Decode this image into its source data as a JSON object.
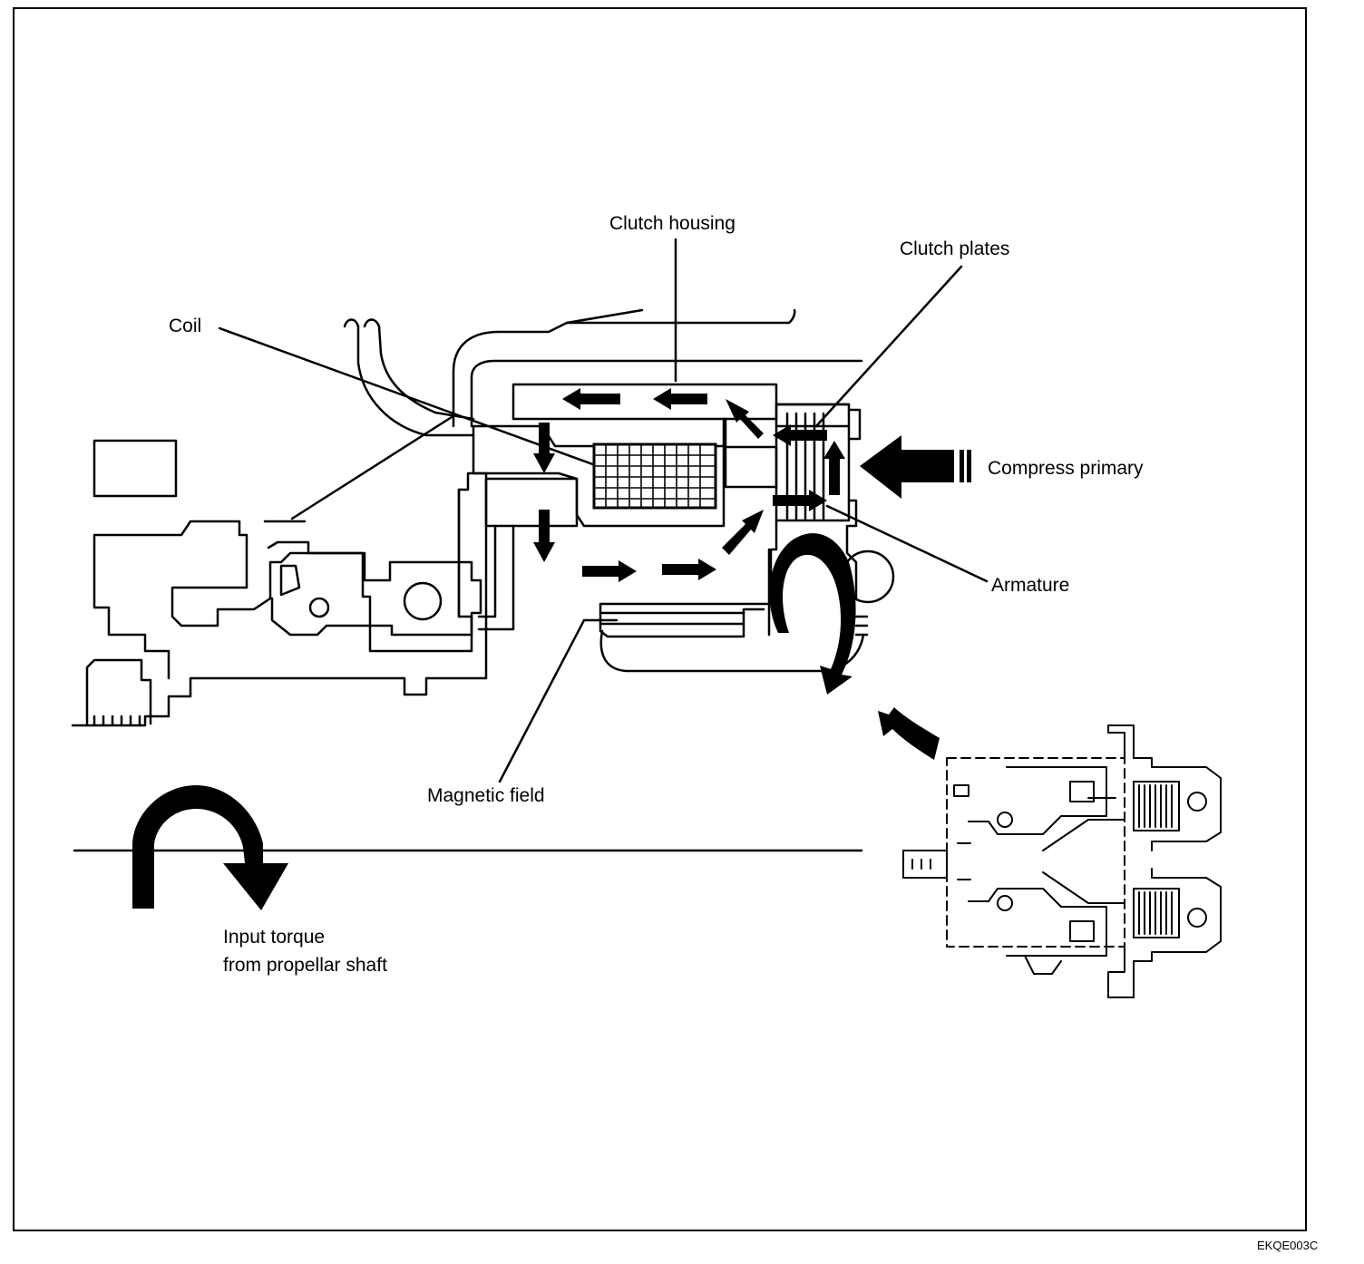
{
  "labels": {
    "clutch_housing": "Clutch housing",
    "clutch_plates": "Clutch plates",
    "coil": "Coil",
    "compress_primary": "Compress primary",
    "armature": "Armature",
    "magnetic_field": "Magnetic field",
    "input_torque": "Input torque\nfrom propellar shaft"
  },
  "figure_code": "EKQE003C",
  "colors": {
    "ink": "#000000",
    "paper": "#ffffff"
  }
}
